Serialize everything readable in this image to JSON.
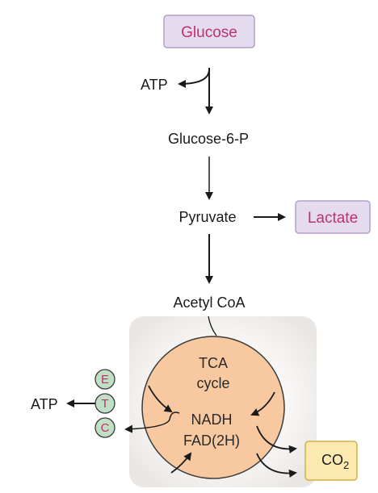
{
  "diagram": {
    "nodes": {
      "glucose": "Glucose",
      "atp_top": "ATP",
      "glucose_6_p": "Glucose-6-P",
      "pyruvate": "Pyruvate",
      "lactate": "Lactate",
      "acetyl_coa": "Acetyl CoA",
      "atp_left": "ATP",
      "co2": "CO",
      "co2_subscript": "2"
    },
    "tca": {
      "line1": "TCA",
      "line2": "cycle",
      "nadh": "NADH",
      "fad": "FAD(2H)"
    },
    "etc": [
      "E",
      "T",
      "C"
    ],
    "colors": {
      "box_fill": "#e4dbef",
      "box_border": "#b39ec8",
      "box_text": "#c0306a",
      "tca_fill": "#f8c9a0",
      "tca_border": "#3a3a3a",
      "etc_fill": "#bfe0c4",
      "etc_text": "#c0306a",
      "co2_fill": "#fbe9b0",
      "co2_border": "#d4b049",
      "arrow": "#1a1a1a"
    }
  }
}
